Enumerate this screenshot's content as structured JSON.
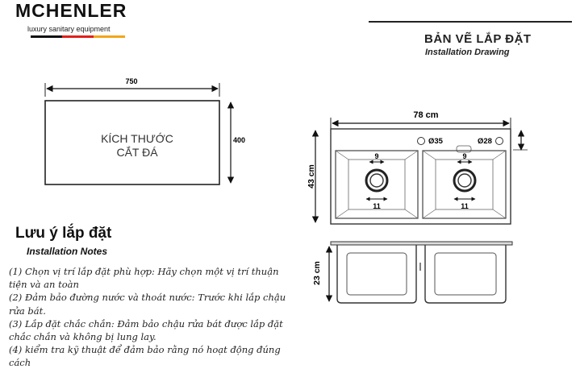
{
  "brand": {
    "name": "MCHENLER",
    "tagline": "luxury sanitary equipment",
    "stripe_colors": [
      "#111111",
      "#e0201b",
      "#f2a51a"
    ]
  },
  "drawing": {
    "title": "BẢN VẼ LẮP ĐẶT",
    "subtitle": "Installation Drawing"
  },
  "cutout": {
    "width_label": "750",
    "height_label": "400",
    "text_line1": "KÍCH THƯỚC",
    "text_line2": "CẮT ĐÁ"
  },
  "sink": {
    "width_label": "78 cm",
    "height_label": "43 cm",
    "depth_label": "23 cm",
    "hole1_label": "Ø35",
    "hole2_label": "Ø28",
    "drain_inner_label": "9",
    "drain_outer_label": "11"
  },
  "notes": {
    "title": "Lưu ý lắp đặt",
    "subtitle": "Installation Notes",
    "items": [
      "(1) Chọn vị trí lắp đặt phù hợp: Hãy chọn một vị trí thuận tiện và an toàn",
      "(2) Đảm bảo đường nước và thoát nước: Trước khi lắp chậu rửa bát.",
      "(3) Lắp đặt chắc chắn: Đảm bảo chậu rửa bát được lắp đặt chắc chắn và không bị lung lay.",
      "(4) kiểm tra kỹ thuật để đảm bảo rằng nó hoạt động đúng cách"
    ]
  }
}
